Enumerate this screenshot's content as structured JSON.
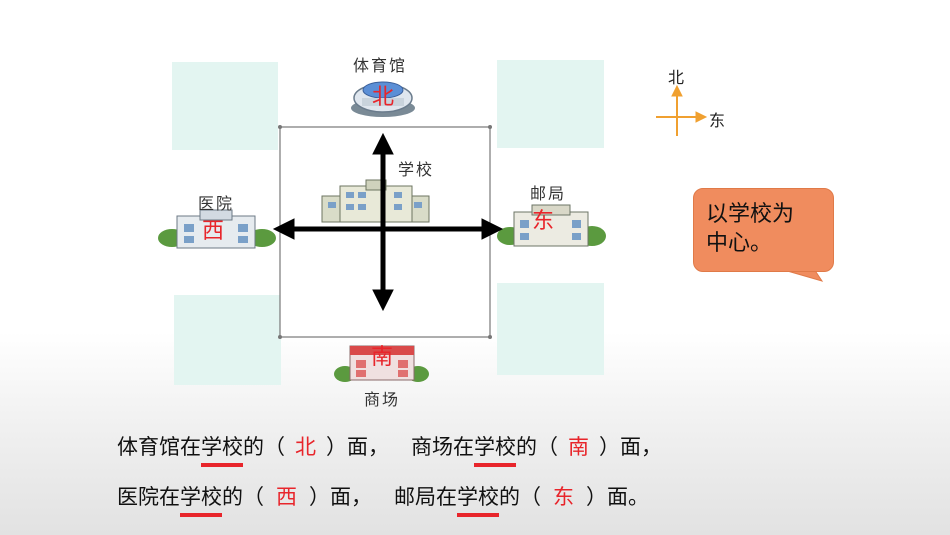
{
  "diagram": {
    "labels": {
      "stadium": "体育馆",
      "school": "学校",
      "post_office": "邮局",
      "hospital": "医院",
      "mall": "商场"
    },
    "direction_marks": {
      "north": "北",
      "south": "南",
      "west": "西",
      "east": "东"
    },
    "compass": {
      "north": "北",
      "east": "东"
    },
    "bubble_text": "以学校为\n中心。",
    "colors": {
      "teal": "#e3f5f1",
      "answer_red": "#e8252b",
      "bubble": "#f08c5e"
    }
  },
  "sentences": {
    "line1": {
      "a1": "体育馆在",
      "u1": "学校",
      "b1": "的（",
      "ans1": "北",
      "c1": "）面，",
      "a2": "商场在",
      "u2": "学校",
      "b2": "的（",
      "ans2": "南",
      "c2": "）面，"
    },
    "line2": {
      "a1": "医院在",
      "u1": "学校",
      "b1": "的（",
      "ans1": "西",
      "c1": "）面，",
      "a2": "邮局在",
      "u2": "学校",
      "b2": "的（",
      "ans2": "东",
      "c2": "）面。"
    }
  }
}
